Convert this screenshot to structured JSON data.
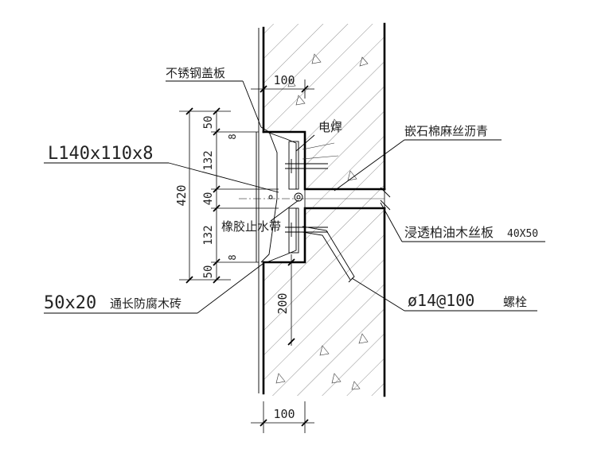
{
  "labels": {
    "cover_plate": "不锈钢盖板",
    "angle_steel": "L140x110x8",
    "electric_weld": "电焊",
    "asphalt_filler": "嵌石棉麻丝沥青",
    "waterstop": "橡胶止水带",
    "wood_board": "浸透柏油木丝板",
    "wood_board_size": "40X50",
    "wood_brick": "50x20",
    "wood_brick_desc": "通长防腐木砖",
    "bolt_spec": "ø14@100",
    "bolt_name": "螺栓"
  },
  "dimensions": {
    "top_width": "100",
    "bottom_width": "100",
    "total_height": "420",
    "seg_50_top": "50",
    "seg_132_top": "132",
    "seg_40": "40",
    "seg_132_bottom": "132",
    "seg_50_bottom": "50",
    "anchor_length": "200",
    "mark_8_top": "8",
    "mark_8_bottom": "8"
  }
}
